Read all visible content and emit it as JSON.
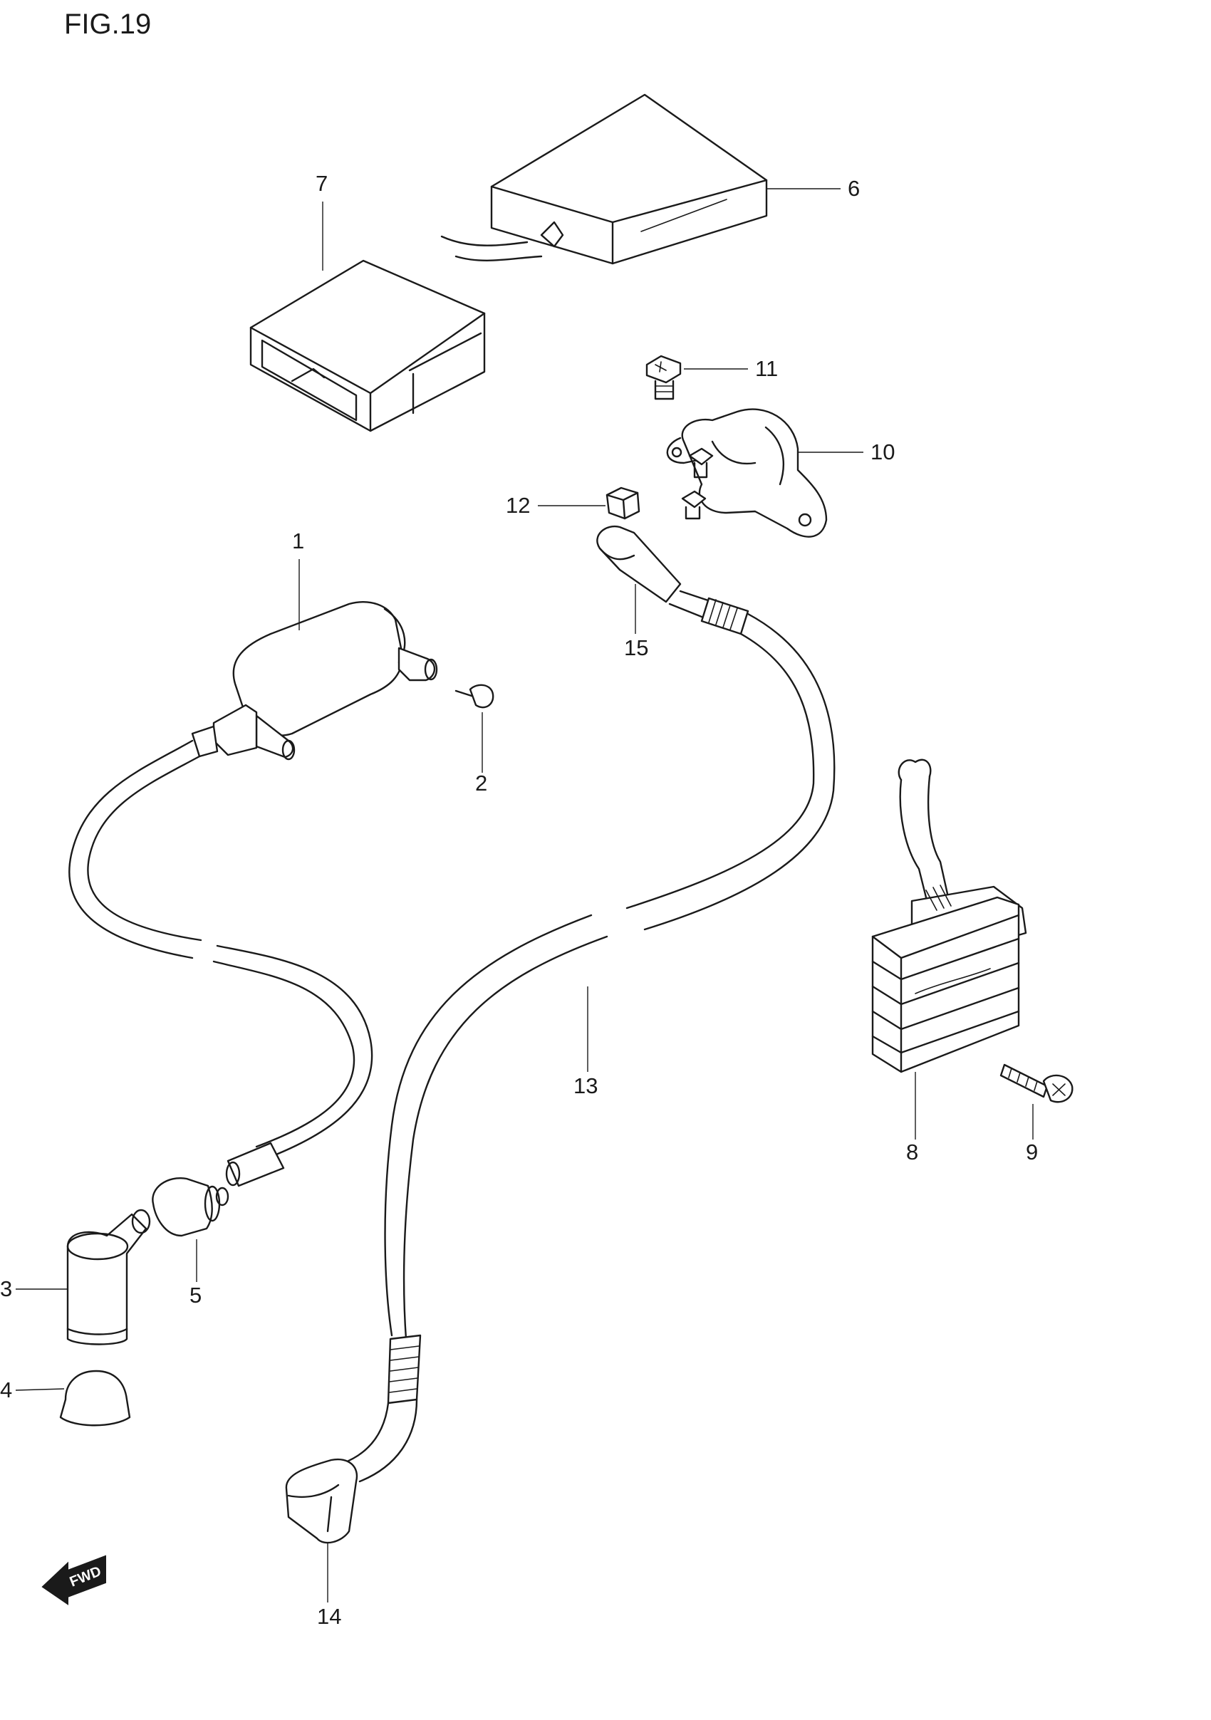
{
  "figure": {
    "title": "FIG.19"
  },
  "fwd_marker": {
    "label": "FWD"
  },
  "callouts": {
    "p1": "1",
    "p2": "2",
    "p3": "3",
    "p4": "4",
    "p5": "5",
    "p6": "6",
    "p7": "7",
    "p8": "8",
    "p9": "9",
    "p10": "10",
    "p11": "11",
    "p12": "12",
    "p13": "13",
    "p14": "14",
    "p15": "15"
  }
}
